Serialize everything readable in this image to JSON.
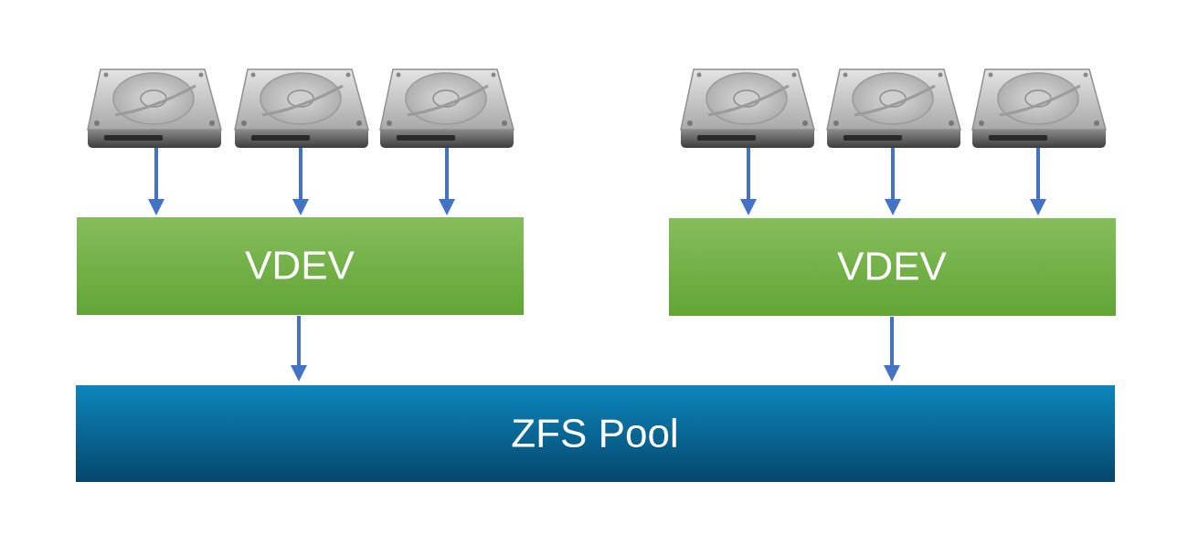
{
  "diagram": {
    "vdev_groups": [
      {
        "label": "VDEV",
        "disks": [
          "hard-drive-icon",
          "hard-drive-icon",
          "hard-drive-icon"
        ]
      },
      {
        "label": "VDEV",
        "disks": [
          "hard-drive-icon",
          "hard-drive-icon",
          "hard-drive-icon"
        ]
      }
    ],
    "pool": {
      "label": "ZFS Pool"
    },
    "colors": {
      "vdev_top": "#86bd5c",
      "vdev_bottom": "#62a535",
      "pool_top": "#0c86bd",
      "pool_bottom": "#05476c",
      "arrow": "#4472c4",
      "disk_metal": "#c9c9c9",
      "disk_edge": "#5b5b5b"
    }
  }
}
